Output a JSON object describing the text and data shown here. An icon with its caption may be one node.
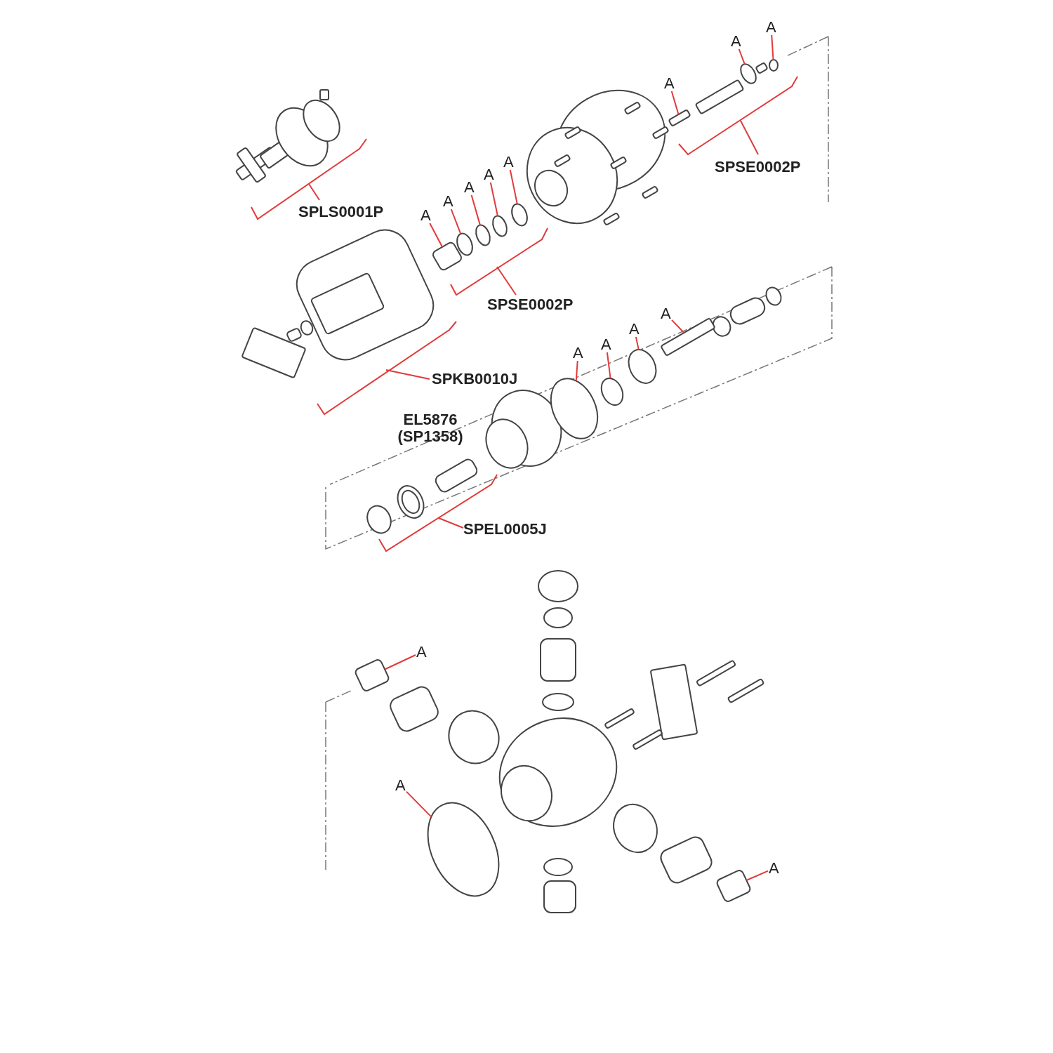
{
  "diagram": {
    "nodes": [
      {
        "text": [
          "A"
        ]
      },
      {
        "text": [
          "A"
        ]
      },
      {
        "text": [
          "A"
        ]
      },
      {
        "text": [
          "A"
        ]
      },
      {
        "text": [
          "A"
        ]
      },
      {
        "text": [
          "A"
        ]
      },
      {
        "text": [
          "A"
        ]
      },
      {
        "text": [
          "A"
        ]
      },
      {
        "text": [
          "A"
        ]
      },
      {
        "text": [
          "A"
        ]
      },
      {
        "text": [
          "A"
        ]
      },
      {
        "text": [
          "A"
        ]
      },
      {
        "text": [
          "A"
        ]
      },
      {
        "text": [
          "A"
        ]
      },
      {
        "text": [
          "A"
        ]
      },
      {
        "text": [],
        "shape": "bar"
      },
      {
        "text": [],
        "shape": "circle"
      },
      {
        "text": [],
        "shape": "circle"
      },
      {
        "text": [],
        "shape": "box"
      },
      {
        "text": [],
        "shape": "circle"
      },
      {
        "text": [],
        "shape": "circle"
      },
      {
        "text": [],
        "shape": "circle"
      },
      {
        "text": [],
        "shape": "circle"
      },
      {
        "text": [],
        "shape": "circle"
      },
      {
        "text": [],
        "shape": "circle"
      },
      {
        "text": [],
        "shape": "circle"
      },
      {
        "text": [],
        "shape": "bar"
      },
      {
        "text": [],
        "shape": "box"
      },
      {
        "text": [],
        "shape": "circle"
      },
      {
        "text": [],
        "shape": "box"
      }
    ],
    "edges": [
      {
        "from": 0,
        "to": 15,
        "arrow": "none"
      },
      {
        "from": 1,
        "to": 16,
        "arrow": "none"
      },
      {
        "from": 2,
        "to": 17,
        "arrow": "none"
      },
      {
        "from": 3,
        "to": 18,
        "arrow": "none"
      },
      {
        "from": 4,
        "to": 19,
        "arrow": "none"
      },
      {
        "from": 5,
        "to": 20,
        "arrow": "none"
      },
      {
        "from": 6,
        "to": 21,
        "arrow": "none"
      },
      {
        "from": 7,
        "to": 22,
        "arrow": "none"
      },
      {
        "from": 8,
        "to": 23,
        "arrow": "none"
      },
      {
        "from": 9,
        "to": 24,
        "arrow": "none"
      },
      {
        "from": 10,
        "to": 25,
        "arrow": "none"
      },
      {
        "from": 11,
        "to": 26,
        "arrow": "none"
      },
      {
        "from": 12,
        "to": 27,
        "arrow": "none"
      },
      {
        "from": 13,
        "to": 28,
        "arrow": "none"
      },
      {
        "from": 14,
        "to": 29,
        "arrow": "none"
      }
    ],
    "labels": [
      "SPLS0001P",
      "SPSE0002P",
      "SPSE0002P",
      "SPKB0010J",
      "EL5876 (SP1358)",
      "SPEL0005J"
    ]
  }
}
